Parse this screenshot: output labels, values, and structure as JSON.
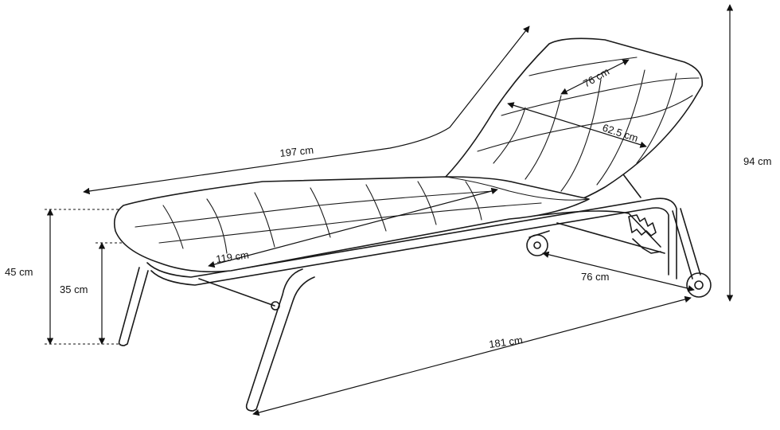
{
  "dimensions": {
    "length_total": "197 cm",
    "height_total": "94 cm",
    "backrest_length": "76 cm",
    "backrest_width": "62.5 cm",
    "seat_length": "119 cm",
    "wheel_axis": "76 cm",
    "frame_length": "181 cm",
    "height_cushion": "45 cm",
    "height_seat": "35 cm"
  }
}
